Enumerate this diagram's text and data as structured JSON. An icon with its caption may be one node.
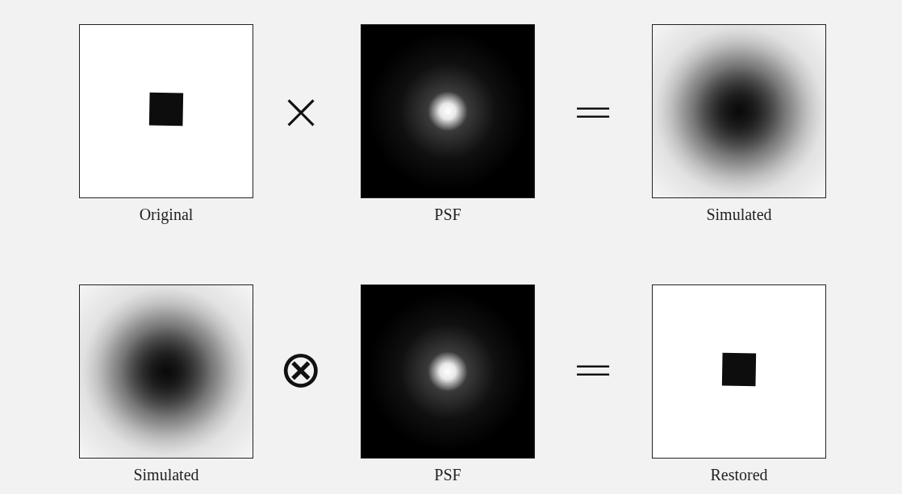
{
  "diagram": {
    "nodes": [
      {
        "text": [],
        "shape": "picture",
        "beside": [
          "Original"
        ]
      },
      {
        "text": [],
        "shape": "picture",
        "beside": [
          "PSF"
        ]
      },
      {
        "text": [],
        "shape": "picture",
        "beside": [
          "Simulated"
        ]
      },
      {
        "text": [],
        "shape": "picture",
        "beside": [
          "Simulated"
        ]
      },
      {
        "text": [],
        "shape": "picture",
        "beside": [
          "PSF"
        ]
      },
      {
        "text": [],
        "shape": "picture",
        "beside": [
          "Restored"
        ]
      }
    ],
    "labels": [
      "×",
      "=",
      "⊗",
      "="
    ]
  }
}
